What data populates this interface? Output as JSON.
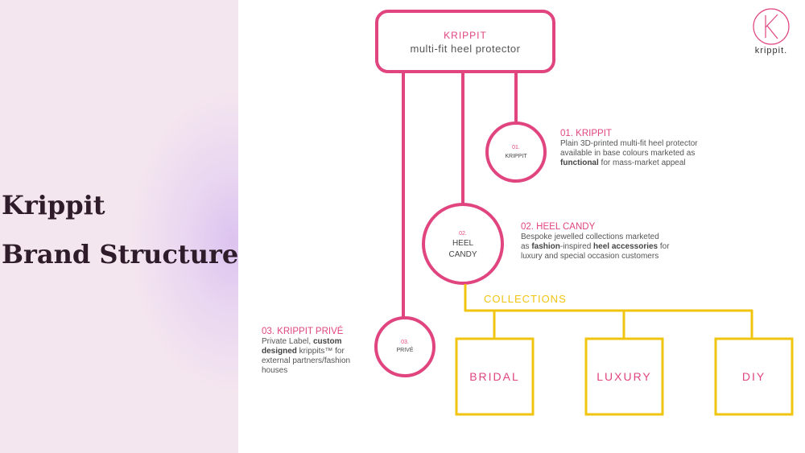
{
  "title": {
    "line1": "Krippit",
    "line2": "Brand Structure"
  },
  "top_box": {
    "brand": "KRIPPIT",
    "tagline": "multi-fit heel protector"
  },
  "logo": {
    "text": "krippit.",
    "letter": "K"
  },
  "circles": [
    {
      "number": "01.",
      "name": "KRIPPIT"
    },
    {
      "number": "02.",
      "name_line1": "HEEL",
      "name_line2": "CANDY"
    },
    {
      "number": "03.",
      "name": "PRIVÉ"
    }
  ],
  "descriptions": {
    "krippit": {
      "heading": "01. KRIPPIT",
      "text_before": "Plain 3D-printed multi-fit heel protector available in base colours marketed as ",
      "bold": "functional",
      "text_after": " for mass-market appeal"
    },
    "heel_candy": {
      "heading": "02. HEEL CANDY",
      "text_before": "Bespoke jewelled collections marketed as ",
      "bold1": "fashion",
      "text_mid": "-inspired ",
      "bold2": "heel accessories",
      "text_after": " for luxury and special occasion customers"
    },
    "prive": {
      "heading": "03. KRIPPIT PRIVÉ",
      "text_before": "Private Label, ",
      "bold": "custom designed",
      "text_after": " krippits™ for external partners/fashion houses"
    }
  },
  "collections": {
    "label": "COLLECTIONS",
    "items": [
      "BRIDAL",
      "LUXURY",
      "DIY"
    ]
  },
  "colors": {
    "pink": "#e0457f",
    "yellow": "#f1c40f",
    "title": "#2e1c2a"
  }
}
